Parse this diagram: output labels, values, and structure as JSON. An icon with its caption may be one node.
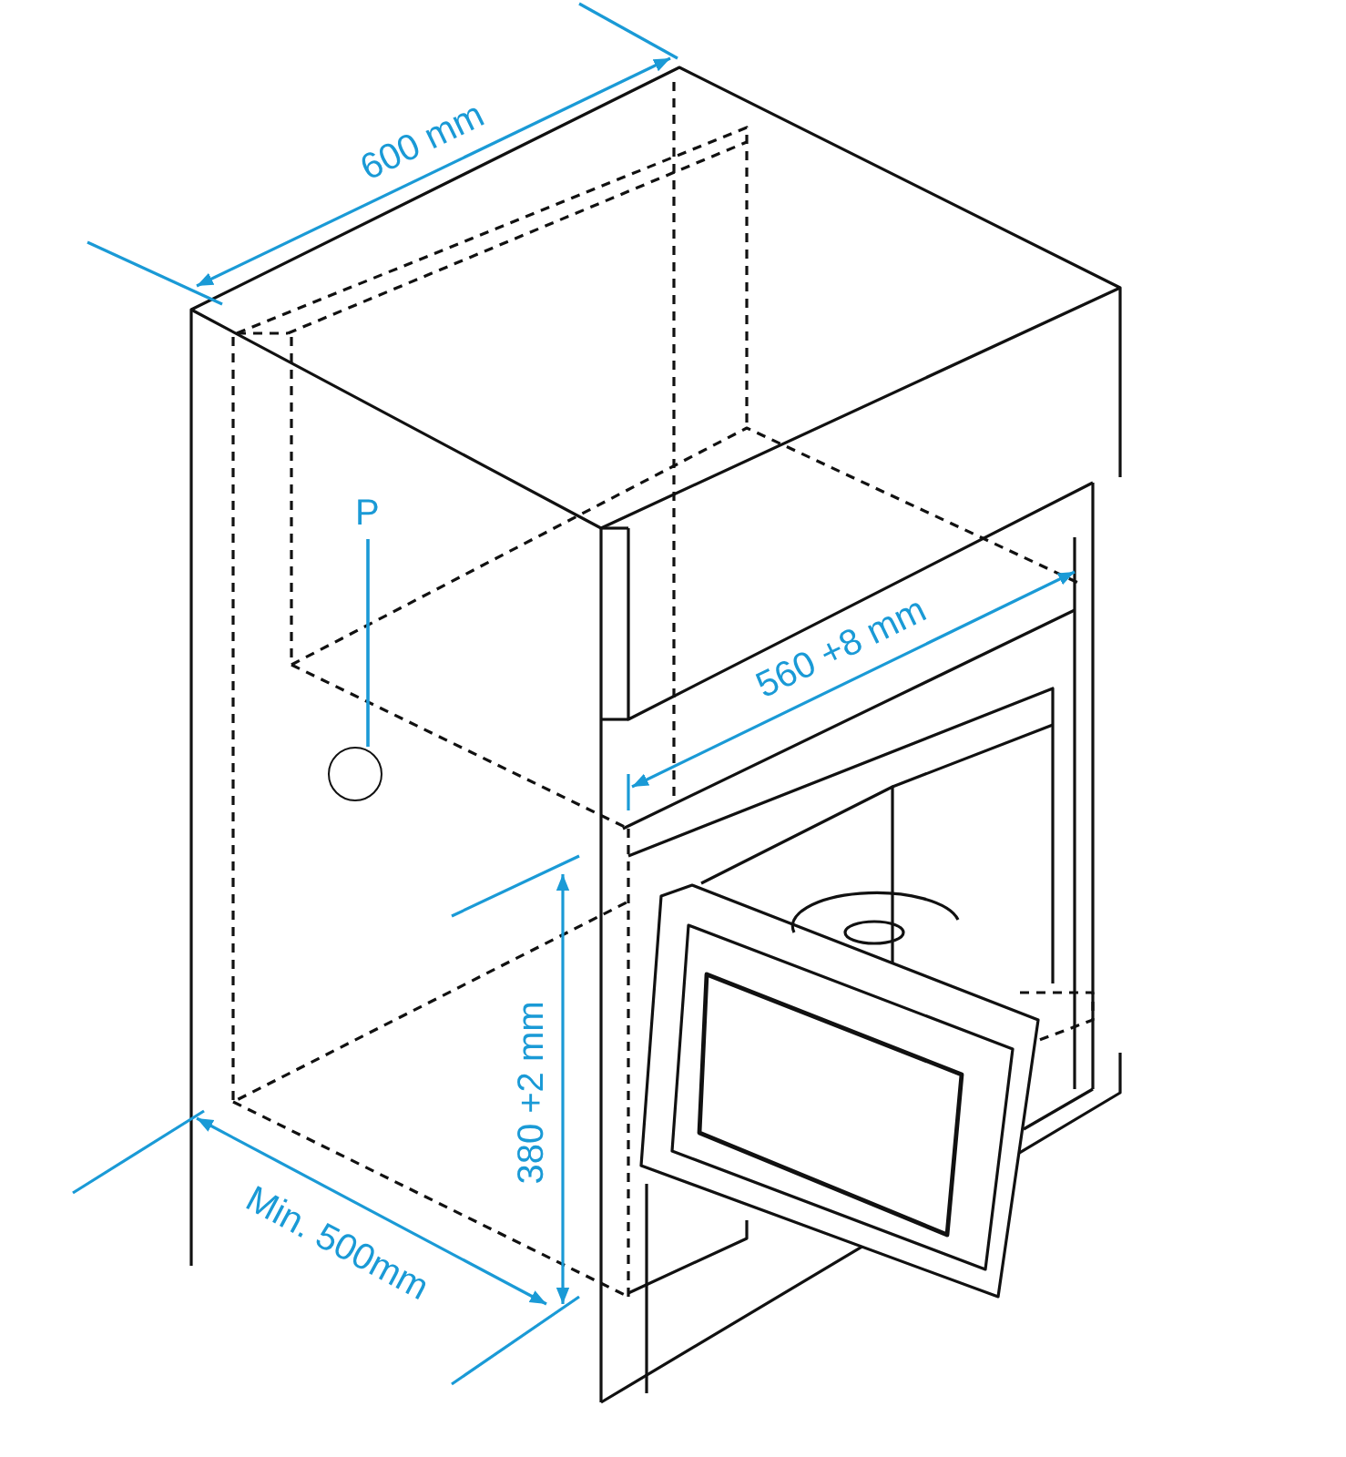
{
  "diagram": {
    "nodes": [
      {
        "text": [
          "P"
        ]
      },
      {
        "text": [],
        "shape": "circle"
      }
    ],
    "edges": [
      {
        "from": 0,
        "to": 1,
        "arrow": "none"
      }
    ],
    "labels": [
      "600 mm",
      "560 +8 mm",
      "380 +2 mm",
      "Min. 500mm"
    ]
  }
}
